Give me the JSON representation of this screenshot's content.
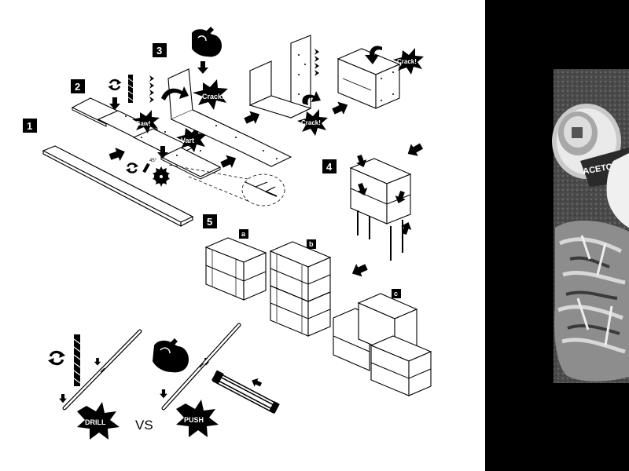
{
  "steps": {
    "step1": "1",
    "step2": "2",
    "step3": "3",
    "step4": "4",
    "step5": "5"
  },
  "variants": {
    "a": "a",
    "b": "b",
    "c": "c"
  },
  "bursts": {
    "saw": "Saw!",
    "vart": "Vart",
    "crack_top": "Crack!",
    "crack_middle": "Crack!",
    "crack_box": "Crack!",
    "drill": "DRILL",
    "push": "PUSH"
  },
  "versus": "VS",
  "angle_mark": "45°",
  "photo": {
    "can_label": "ACETO"
  },
  "colors": {
    "ink": "#000000",
    "paper": "#ffffff",
    "photo_bg": "#000000"
  }
}
